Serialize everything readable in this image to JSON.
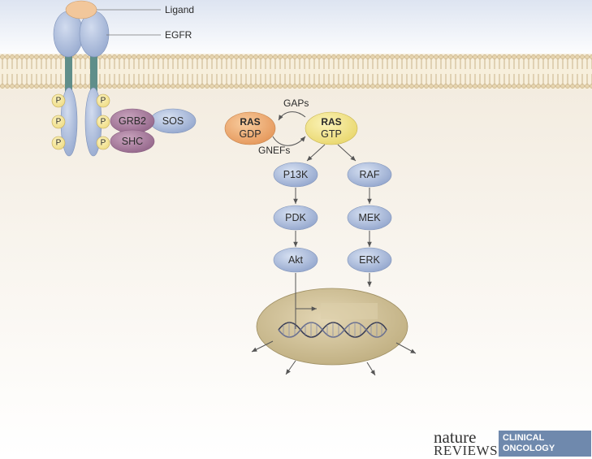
{
  "labels": {
    "ligand": "Ligand",
    "egfr": "EGFR",
    "gaps": "GAPs",
    "gnefs": "GNEFs"
  },
  "receptor": {
    "phospho": [
      "P",
      "P",
      "P",
      "P",
      "P",
      "P"
    ]
  },
  "adaptors": {
    "grb2": "GRB2",
    "sos": "SOS",
    "shc": "SHC"
  },
  "ras": {
    "gdp": {
      "name": "RAS",
      "state": "GDP"
    },
    "gtp": {
      "name": "RAS",
      "state": "GTP"
    }
  },
  "pi3k_pathway": [
    "P13K",
    "PDK",
    "Akt"
  ],
  "mapk_pathway": [
    "RAF",
    "MEK",
    "ERK"
  ],
  "brand": {
    "nature": "nature",
    "reviews": "REVIEWS",
    "clinical": "CLINICAL",
    "oncology": "ONCOLOGY"
  },
  "colors": {
    "receptor": "#a9bcdc",
    "node": "#a3b4d6",
    "adaptor": "#a6799a",
    "ras_gdp": "#eeaa6e",
    "ras_gtp": "#f1e48f",
    "ligand": "#f2c79b",
    "nucleus": "#cdbd93",
    "brand_box": "#6f89ad"
  }
}
